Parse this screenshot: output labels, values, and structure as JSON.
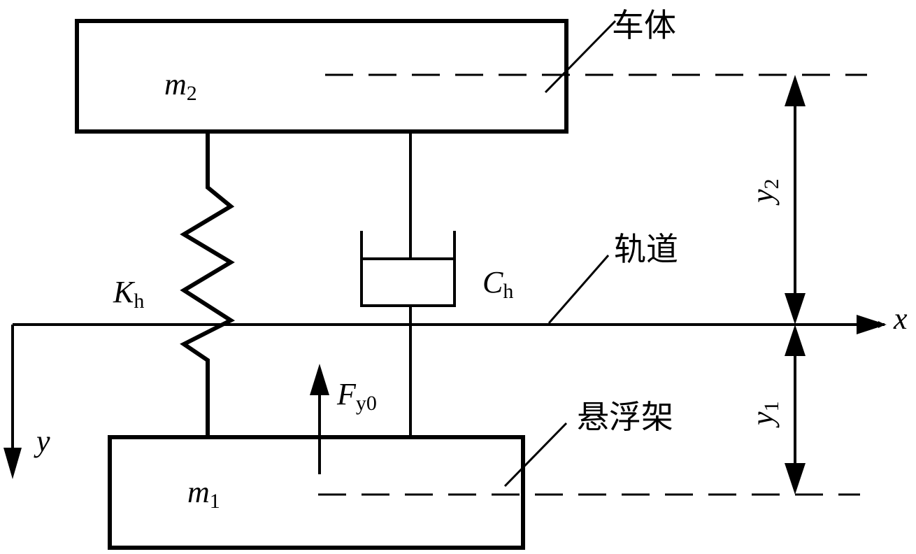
{
  "labels": {
    "car_body_mass": {
      "main": "m",
      "sub": "2"
    },
    "frame_mass": {
      "main": "m",
      "sub": "1"
    },
    "stiffness": {
      "main": "K",
      "sub": "h"
    },
    "damping": {
      "main": "C",
      "sub": "h"
    },
    "force": {
      "main": "F",
      "sub": "y0"
    },
    "axis_x": "x",
    "axis_y": "y",
    "disp_y2": {
      "main": "y",
      "sub": "2"
    },
    "disp_y1": {
      "main": "y",
      "sub": "1"
    },
    "car_body": "车体",
    "track": "轨道",
    "levitation_frame": "悬浮架"
  },
  "colors": {
    "stroke": "#000000",
    "background": "#ffffff"
  }
}
